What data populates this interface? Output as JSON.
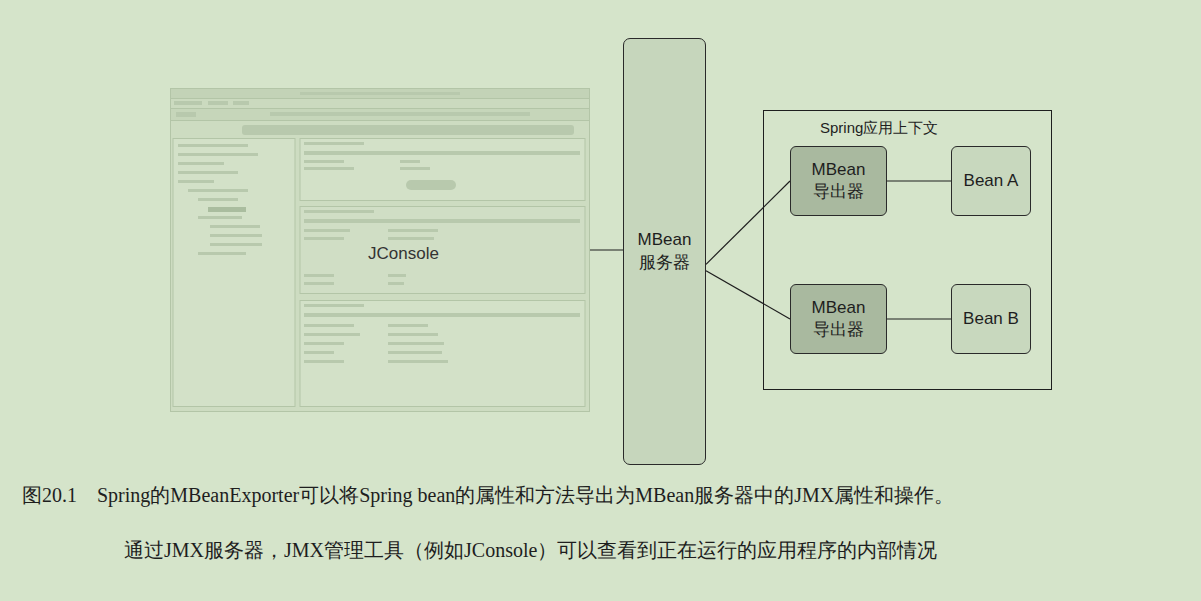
{
  "diagram": {
    "caption": "图20.1　Spring的MBeanExporter可以将Spring bean的属性和方法导出为MBean服务器中的JMX属性和操作。",
    "nodes": [
      {
        "text": [
          "JConsole"
        ]
      },
      {
        "text": [
          "MBean 服务器"
        ]
      },
      {
        "text": [
          "Spring应用上下文"
        ]
      },
      {
        "text": [
          "MBean 导出器"
        ],
        "in": 2
      },
      {
        "text": [
          "Bean A"
        ],
        "in": 2
      },
      {
        "text": [
          "MBean 导出器"
        ],
        "in": 2
      },
      {
        "text": [
          "Bean B"
        ],
        "in": 2
      }
    ],
    "edges": [
      {
        "from": 0,
        "to": 1,
        "arrow": "none"
      },
      {
        "from": 1,
        "to": 3,
        "arrow": "none"
      },
      {
        "from": 1,
        "to": 5,
        "arrow": "none"
      },
      {
        "from": 3,
        "to": 4,
        "arrow": "none"
      },
      {
        "from": 5,
        "to": 6,
        "arrow": "none"
      }
    ],
    "labels": [
      "通过JMX服务器，JMX管理工具（例如JConsole）可以查看到正在运行的应用程序的内部情况"
    ]
  }
}
